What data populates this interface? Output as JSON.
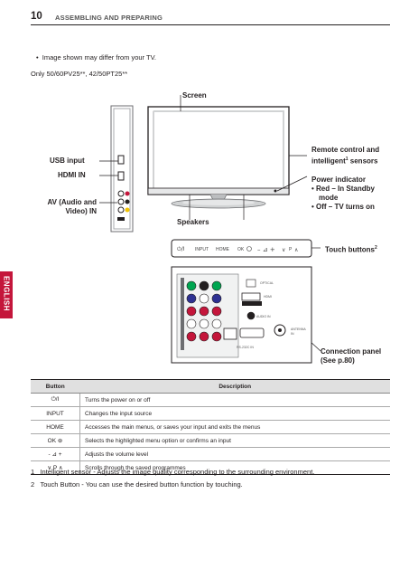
{
  "header": {
    "page_number": "10",
    "title": "ASSEMBLING AND PREPARING"
  },
  "note": "Image shown may differ from your TV.",
  "models": "Only 50/60PV25**,  42/50PT25**",
  "callouts": {
    "screen": "Screen",
    "usb_input": "USB input",
    "hdmi_in": "HDMI IN",
    "av_in_line1": "AV (Audio and",
    "av_in_line2": "Video) IN",
    "speakers": "Speakers",
    "remote_line1": "Remote control and",
    "remote_line2": "intelligent",
    "remote_line2_sup": "1",
    "remote_line2_end": " sensors",
    "power_indicator": "Power indicator",
    "power_red_1": "Red – In Standby",
    "power_red_2": "mode",
    "power_off": "Off – TV turns on",
    "touch_buttons": "Touch buttons",
    "touch_buttons_sup": "2",
    "connection_panel_1": "Connection panel",
    "connection_panel_2": "(See p.80)"
  },
  "touch_strip": [
    "INPUT",
    "HOME",
    "OK",
    "P"
  ],
  "side_tab": "ENGLISH",
  "table": {
    "headers": [
      "Button",
      "Description"
    ],
    "rows": [
      {
        "button": "⏻/I",
        "desc": "Turns the power on or off"
      },
      {
        "button": "INPUT",
        "desc": "Changes the input source"
      },
      {
        "button": "HOME",
        "desc": "Accesses the main menus, or saves your input and exits the menus"
      },
      {
        "button": "OK ⊛",
        "desc": "Selects the highlighted menu option or confirms an input"
      },
      {
        "button": "- ⊿ +",
        "desc": "Adjusts the volume level"
      },
      {
        "button": "∨ P ∧",
        "desc": "Scrolls through the saved programmes"
      }
    ]
  },
  "footnotes": [
    {
      "num": "1",
      "text": "Intelligent sensor - Adjusts the image quality corresponding to the surrounding environment."
    },
    {
      "num": "2",
      "text": "Touch Button - You can use the desired button function by touching."
    }
  ]
}
